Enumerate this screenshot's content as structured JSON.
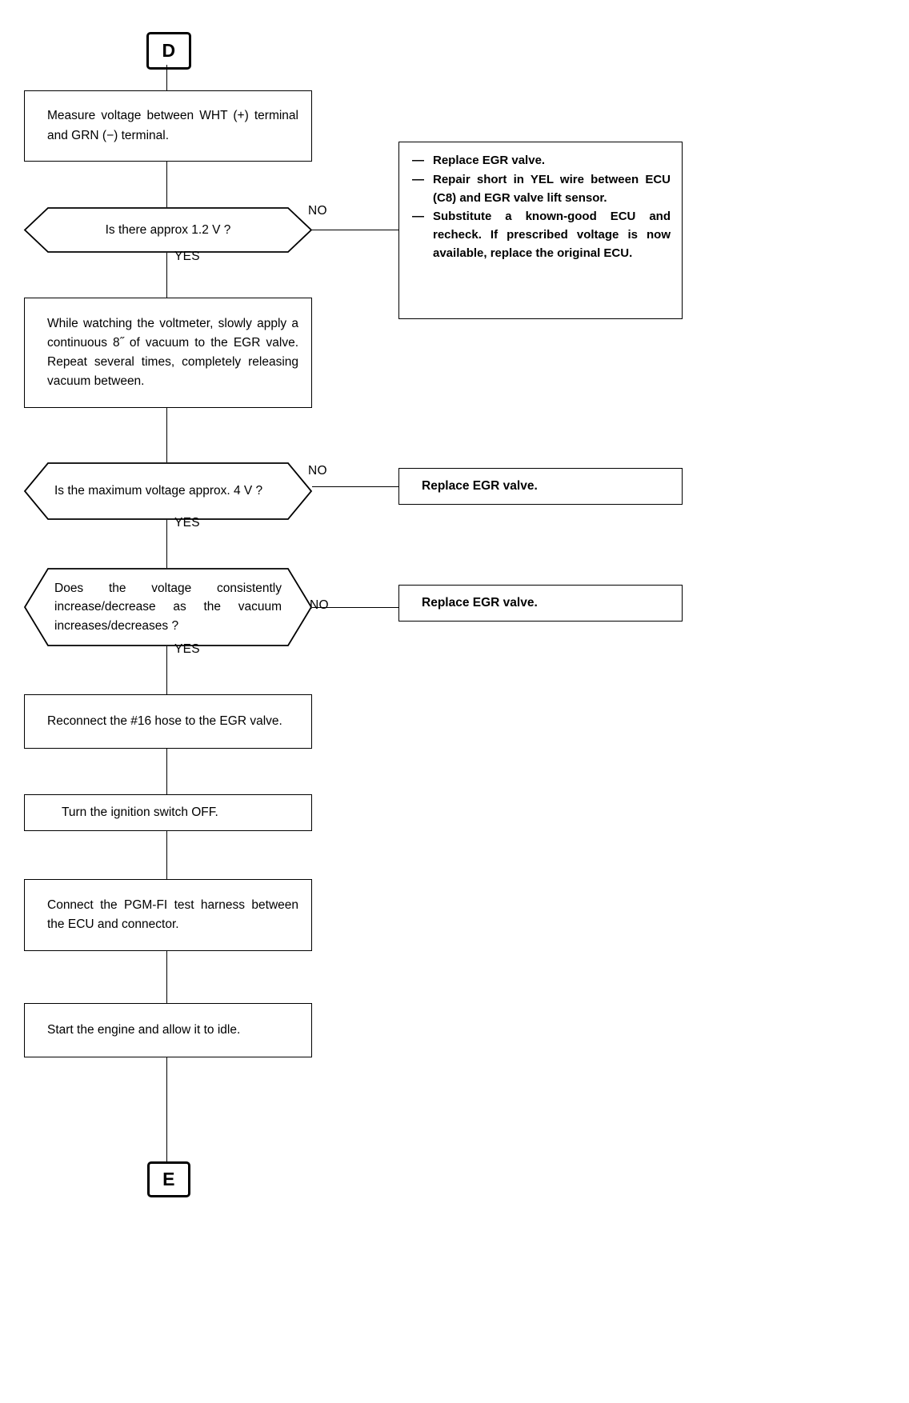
{
  "diagram": {
    "title": "EGR valve lift sensor troubleshooting flowchart",
    "type": "flowchart",
    "line_color": "#000000",
    "background_color": "#ffffff"
  },
  "terminals": {
    "entry": "D",
    "exit": "E"
  },
  "edge_labels": {
    "yes": "YES",
    "no": "NO"
  },
  "steps": [
    {
      "id": "measure-voltage",
      "kind": "process",
      "text": "Measure voltage between WHT (+) terminal and GRN (−) terminal."
    },
    {
      "id": "check-1-2v",
      "kind": "decision",
      "text": "Is there approx 1.2 V ?"
    },
    {
      "id": "apply-vacuum",
      "kind": "process",
      "text": "While watching the voltmeter, slowly apply a continuous 8˝ of vacuum to the EGR valve. Repeat several times, completely releasing vacuum between."
    },
    {
      "id": "check-max-4v",
      "kind": "decision",
      "text": "Is the maximum voltage approx. 4 V ?"
    },
    {
      "id": "check-consistent",
      "kind": "decision",
      "text": "Does the voltage consistently increase/decrease as the vacuum increases/decreases ?"
    },
    {
      "id": "reconnect-hose",
      "kind": "process",
      "text": "Reconnect the #16 hose to the EGR valve."
    },
    {
      "id": "ignition-off",
      "kind": "process",
      "text": "Turn the ignition switch OFF."
    },
    {
      "id": "connect-harness",
      "kind": "process",
      "text": "Connect the PGM-FI test harness between the ECU and connector."
    },
    {
      "id": "start-engine",
      "kind": "process",
      "text": "Start the engine and allow it to idle."
    }
  ],
  "actions": {
    "repair_list": {
      "id": "repair-actions",
      "bullet": "—",
      "items": [
        "Replace EGR valve.",
        "Repair short in YEL wire between ECU (C8) and EGR valve lift sensor.",
        "Substitute a known-good ECU and recheck. If prescribed voltage is now available, replace the original ECU."
      ]
    },
    "replace_valve_1": "Replace EGR valve.",
    "replace_valve_2": "Replace EGR valve."
  }
}
